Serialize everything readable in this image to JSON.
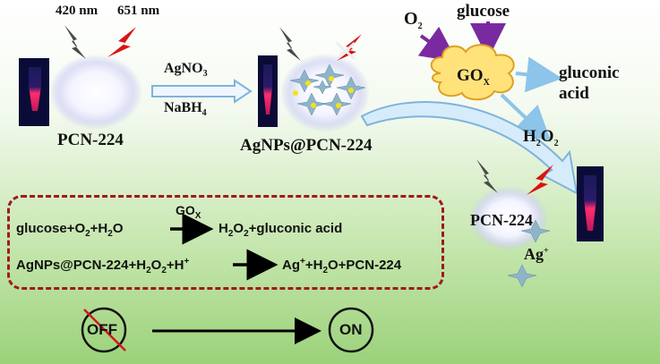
{
  "top": {
    "wavelength_420": "420 nm",
    "wavelength_651": "651 nm",
    "pcn_label": "PCN-224",
    "reagent_top": "AgNO",
    "reagent_top_sub": "3",
    "reagent_bottom": "NaBH",
    "reagent_bottom_sub": "4",
    "agnps_label": "AgNPs@PCN-224"
  },
  "enzyme": {
    "o2": "O",
    "o2_sub": "2",
    "glucose": "glucose",
    "gox": "GO",
    "gox_sub": "X",
    "product_line1": "gluconic",
    "product_line2": "acid",
    "h2o2": "H",
    "h2o2_sub1": "2",
    "h2o2_mid": "O",
    "h2o2_sub2": "2",
    "pcn_label": "PCN-224",
    "ag_ion": "Ag",
    "ag_ion_sup": "+"
  },
  "equations": {
    "eq1_part1": "glucose+O",
    "eq1_sub1": "2",
    "eq1_part2": "+H",
    "eq1_sub2": "2",
    "eq1_part3": "O",
    "eq1_catalyst": "GO",
    "eq1_catalyst_sub": "X",
    "eq1_product1": "H",
    "eq1_product1_sub1": "2",
    "eq1_product1_mid": "O",
    "eq1_product1_sub2": "2",
    "eq1_product_rest": "+gluconic acid",
    "eq2_part1": "AgNPs@PCN-224+H",
    "eq2_sub1": "2",
    "eq2_part2": "O",
    "eq2_sub2": "2",
    "eq2_part3": "+H",
    "eq2_sup": "+",
    "eq2_product1": "Ag",
    "eq2_product1_sup": "+",
    "eq2_product_rest1": "+H",
    "eq2_product_sub": "2",
    "eq2_product_rest2": "O+PCN-224"
  },
  "switch": {
    "off_label": "OFF",
    "on_label": "ON"
  },
  "colors": {
    "enzyme_arrow": "#7a2aa0",
    "flow_arrow": "#8cc4ea",
    "lightning_red": "#d81414",
    "lightning_gray": "#4a4a4a",
    "cloud_fill": "#ffe27a",
    "dashed_box": "#a0191c",
    "vial_glow": "#ff2d6e"
  }
}
